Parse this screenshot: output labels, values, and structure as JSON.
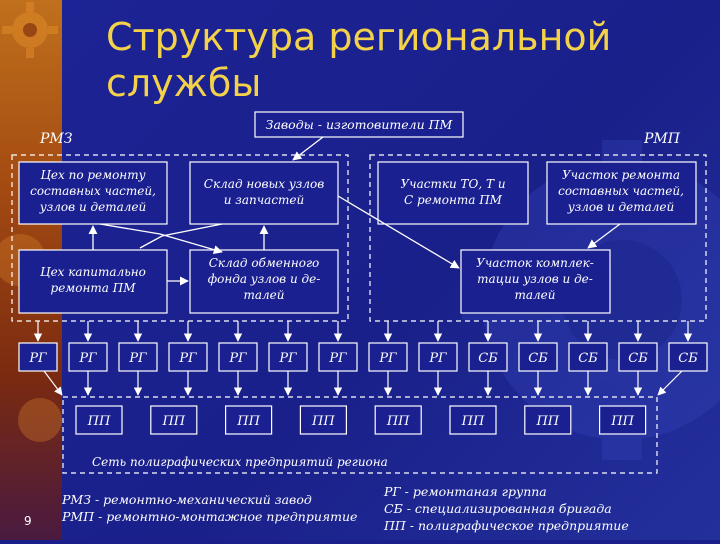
{
  "title": "Структура региональной службы",
  "slide_number": "9",
  "groups": {
    "rmz": "РМЗ",
    "rmp": "РМП",
    "network": "Сеть полиграфических предприятий региона"
  },
  "top_box": "Заводы - изготовители ПМ",
  "rmz_boxes": {
    "repair_shop": [
      "Цех по ремонту",
      "составных частей,",
      "узлов и деталей"
    ],
    "new_parts_store": [
      "Склад новых узлов",
      "и запчастей"
    ],
    "capital_shop": [
      "Цех капитально",
      "ремонта ПМ"
    ],
    "exchange_store": [
      "Склад обменного",
      "фонда узлов и де-",
      "талей"
    ]
  },
  "rmp_boxes": {
    "to_sites": [
      "Участки ТО, Т и",
      "С ремонта ПМ"
    ],
    "repair_site": [
      "Участок ремонта",
      "составных частей,",
      "узлов и деталей"
    ],
    "kit_site": [
      "Участок комплек-",
      "тации узлов и де-",
      "талей"
    ]
  },
  "units": [
    "РГ",
    "РГ",
    "РГ",
    "РГ",
    "РГ",
    "РГ",
    "РГ",
    "РГ",
    "РГ",
    "СБ",
    "СБ",
    "СБ",
    "СБ",
    "СБ"
  ],
  "pp_boxes": [
    "ПП",
    "ПП",
    "ПП",
    "ПП",
    "ПП",
    "ПП",
    "ПП",
    "ПП"
  ],
  "legend_left": [
    "РМЗ - ремонтно-механический завод",
    "РМП - ремонтно-монтажное предприятие"
  ],
  "legend_right": [
    "РГ - ремонтаная группа",
    "СБ - специализированная бригада",
    "ПП - полиграфическое предприятие"
  ]
}
